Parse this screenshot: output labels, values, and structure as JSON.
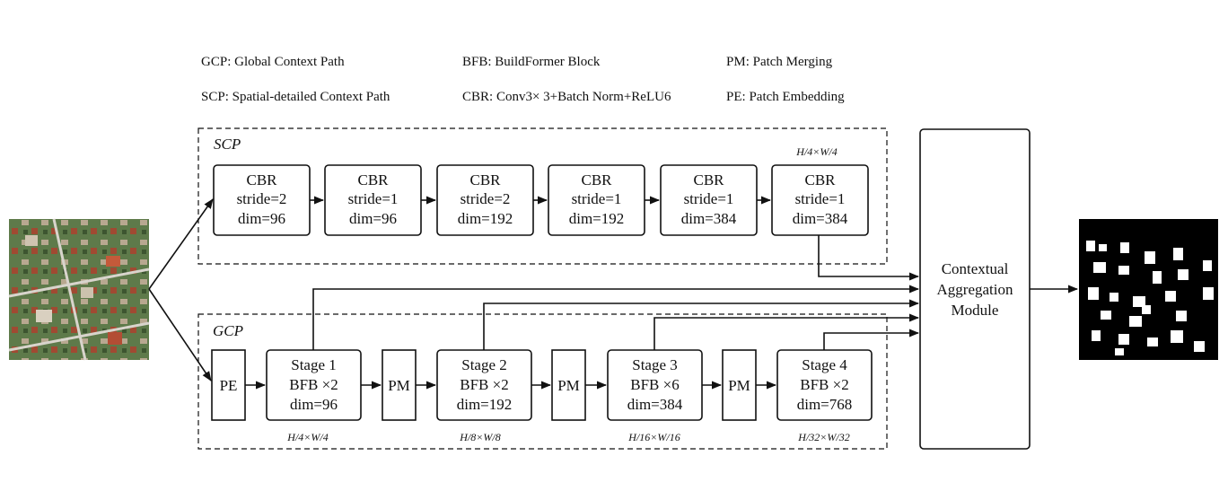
{
  "legend": [
    {
      "abbr": "GCP",
      "sep": ": ",
      "desc": "Global Context Path"
    },
    {
      "abbr": "BFB",
      "sep": ":  ",
      "desc": "BuildFormer Block"
    },
    {
      "abbr": "PM",
      "sep": ":  ",
      "desc": "Patch Merging"
    },
    {
      "abbr": "SCP",
      "sep": ": ",
      "desc": "Spatial-detailed Context Path"
    },
    {
      "abbr": "CBR",
      "sep": ":  ",
      "desc": "Conv3× 3+Batch Norm+ReLU6"
    },
    {
      "abbr": "PE",
      "sep": ":  ",
      "desc": "Patch Embedding"
    }
  ],
  "scp": {
    "label": "SCP",
    "resolution": "H/4×W/4",
    "blocks": [
      {
        "title": "CBR",
        "stride": "stride=2",
        "dim": "dim=96"
      },
      {
        "title": "CBR",
        "stride": "stride=1",
        "dim": "dim=96"
      },
      {
        "title": "CBR",
        "stride": "stride=2",
        "dim": "dim=192"
      },
      {
        "title": "CBR",
        "stride": "stride=1",
        "dim": "dim=192"
      },
      {
        "title": "CBR",
        "stride": "stride=1",
        "dim": "dim=384"
      },
      {
        "title": "CBR",
        "stride": "stride=1",
        "dim": "dim=384"
      }
    ]
  },
  "gcp": {
    "label": "GCP",
    "pe": "PE",
    "pm": "PM",
    "stages": [
      {
        "title": "Stage 1",
        "block": "BFB ×2",
        "dim": "dim=96",
        "resolution": "H/4×W/4"
      },
      {
        "title": "Stage 2",
        "block": "BFB ×2",
        "dim": "dim=192",
        "resolution": "H/8×W/8"
      },
      {
        "title": "Stage 3",
        "block": "BFB ×6",
        "dim": "dim=384",
        "resolution": "H/16×W/16"
      },
      {
        "title": "Stage 4",
        "block": "BFB ×2",
        "dim": "dim=768",
        "resolution": "H/32×W/32"
      }
    ]
  },
  "cam": {
    "lines": [
      "Contextual",
      "Aggregation",
      "Module"
    ]
  },
  "colors": {
    "line": "#111111",
    "output_bg": "#000000",
    "building": "#ffffff"
  }
}
